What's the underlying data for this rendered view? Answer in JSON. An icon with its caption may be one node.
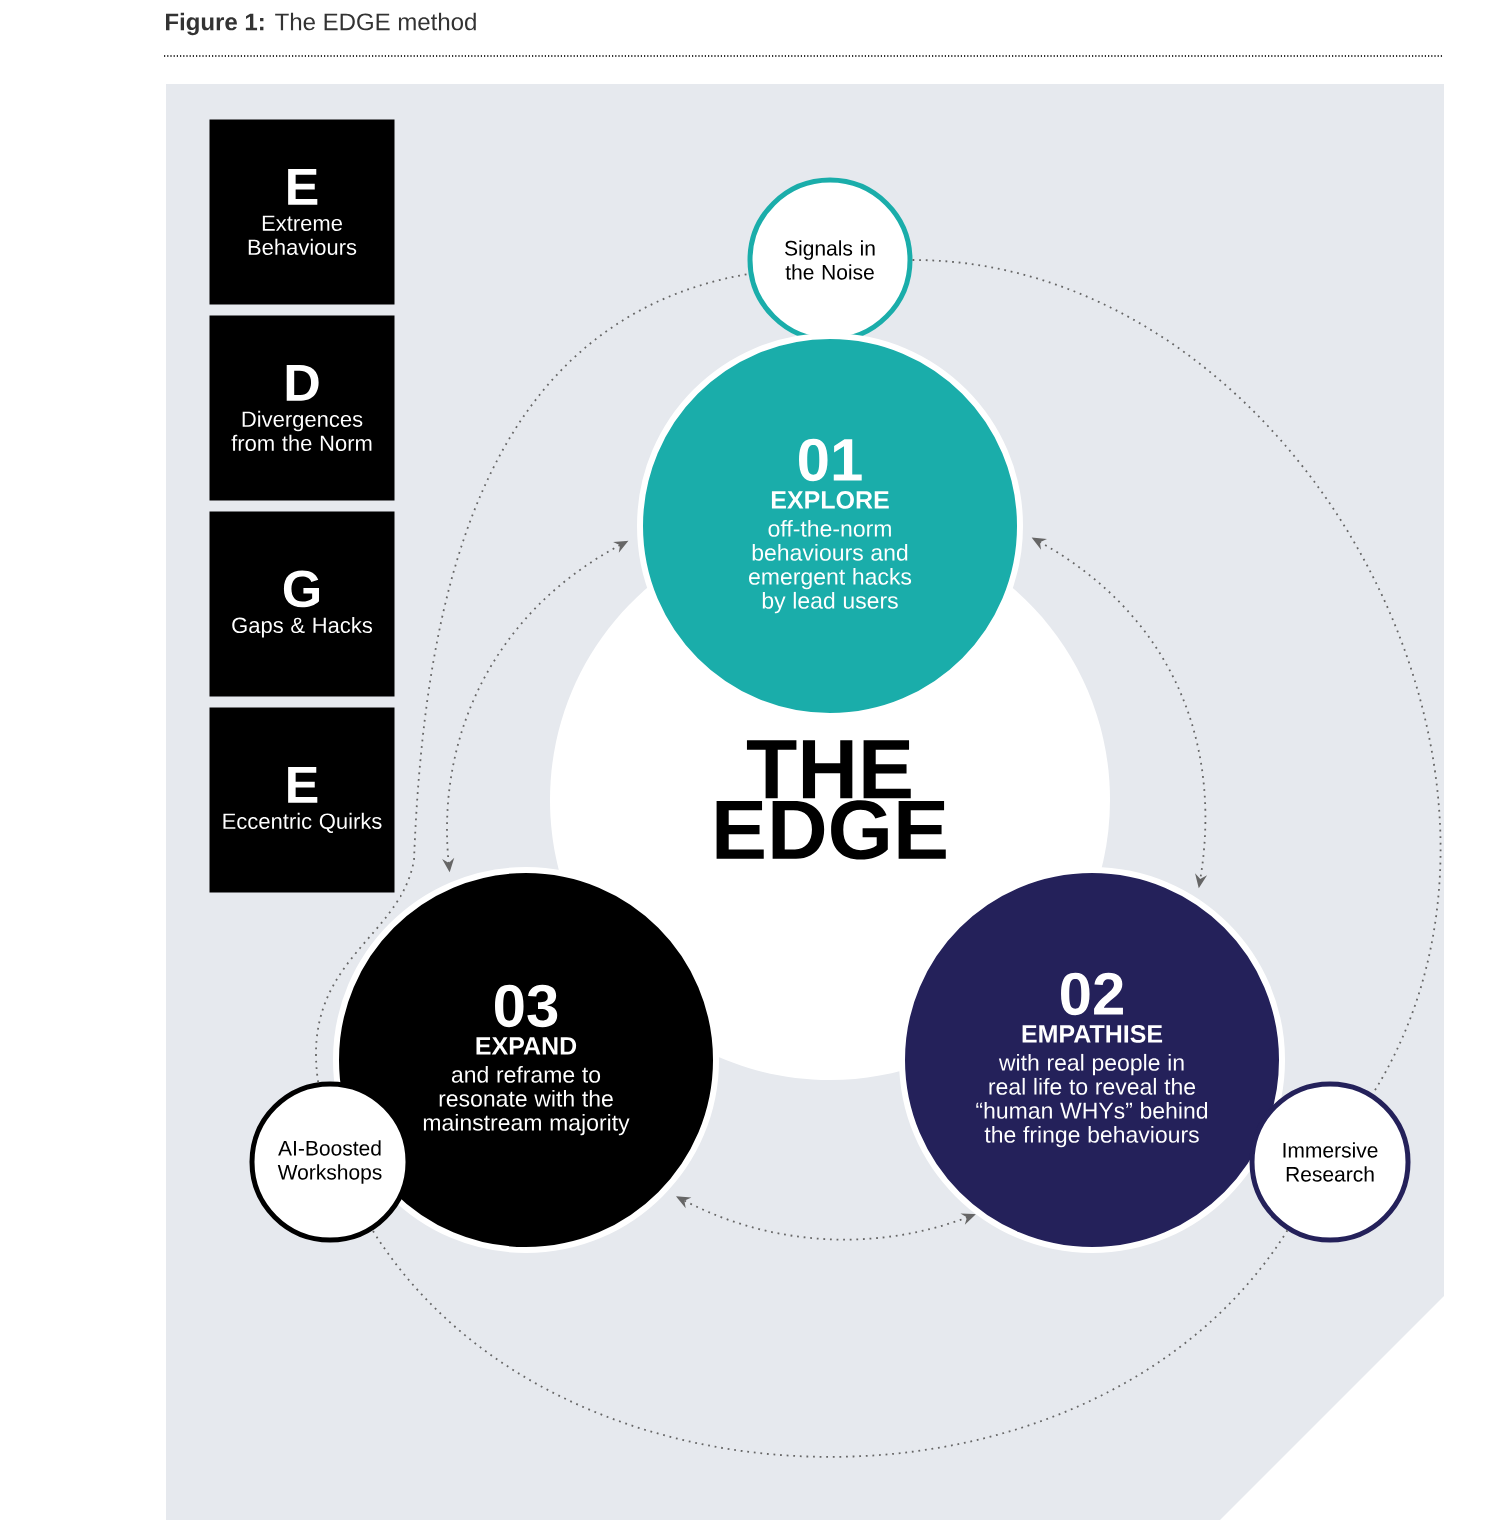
{
  "diagram": {
    "title": "**Figure 1:** The EDGE method",
    "nodes": [
      {
        "text": [
          "E",
          "Extreme Behaviours"
        ]
      },
      {
        "text": [
          "D",
          "Divergences from the Norm"
        ]
      },
      {
        "text": [
          "G",
          "Gaps & Hacks"
        ]
      },
      {
        "text": [
          "E",
          "Eccentric Quirks"
        ]
      },
      {
        "text": [
          "Signals in the Noise"
        ]
      },
      {
        "text": [
          "THE EDGE"
        ]
      },
      {
        "text": [
          "01",
          "EXPLORE",
          "off-the-norm behaviours and emergent hacks by lead users"
        ]
      },
      {
        "text": [
          "02",
          "EMPATHISE",
          "with real people in real life to reveal the “human WHYs” behind the fringe behaviours"
        ]
      },
      {
        "text": [
          "03",
          "EXPAND",
          "and reframe to resonate with the mainstream majority"
        ]
      },
      {
        "text": [
          "AI-Boosted Workshops"
        ]
      },
      {
        "text": [
          "Immersive Research"
        ]
      }
    ],
    "edges": [
      {
        "from": 6,
        "to": 7,
        "arrow": "both"
      },
      {
        "from": 7,
        "to": 8,
        "arrow": "both"
      },
      {
        "from": 8,
        "to": 6,
        "arrow": "both"
      },
      {
        "from": 4,
        "to": 10,
        "arrow": "none"
      },
      {
        "from": 10,
        "to": 9,
        "arrow": "none"
      },
      {
        "from": 9,
        "to": 4,
        "arrow": "none"
      }
    ]
  }
}
